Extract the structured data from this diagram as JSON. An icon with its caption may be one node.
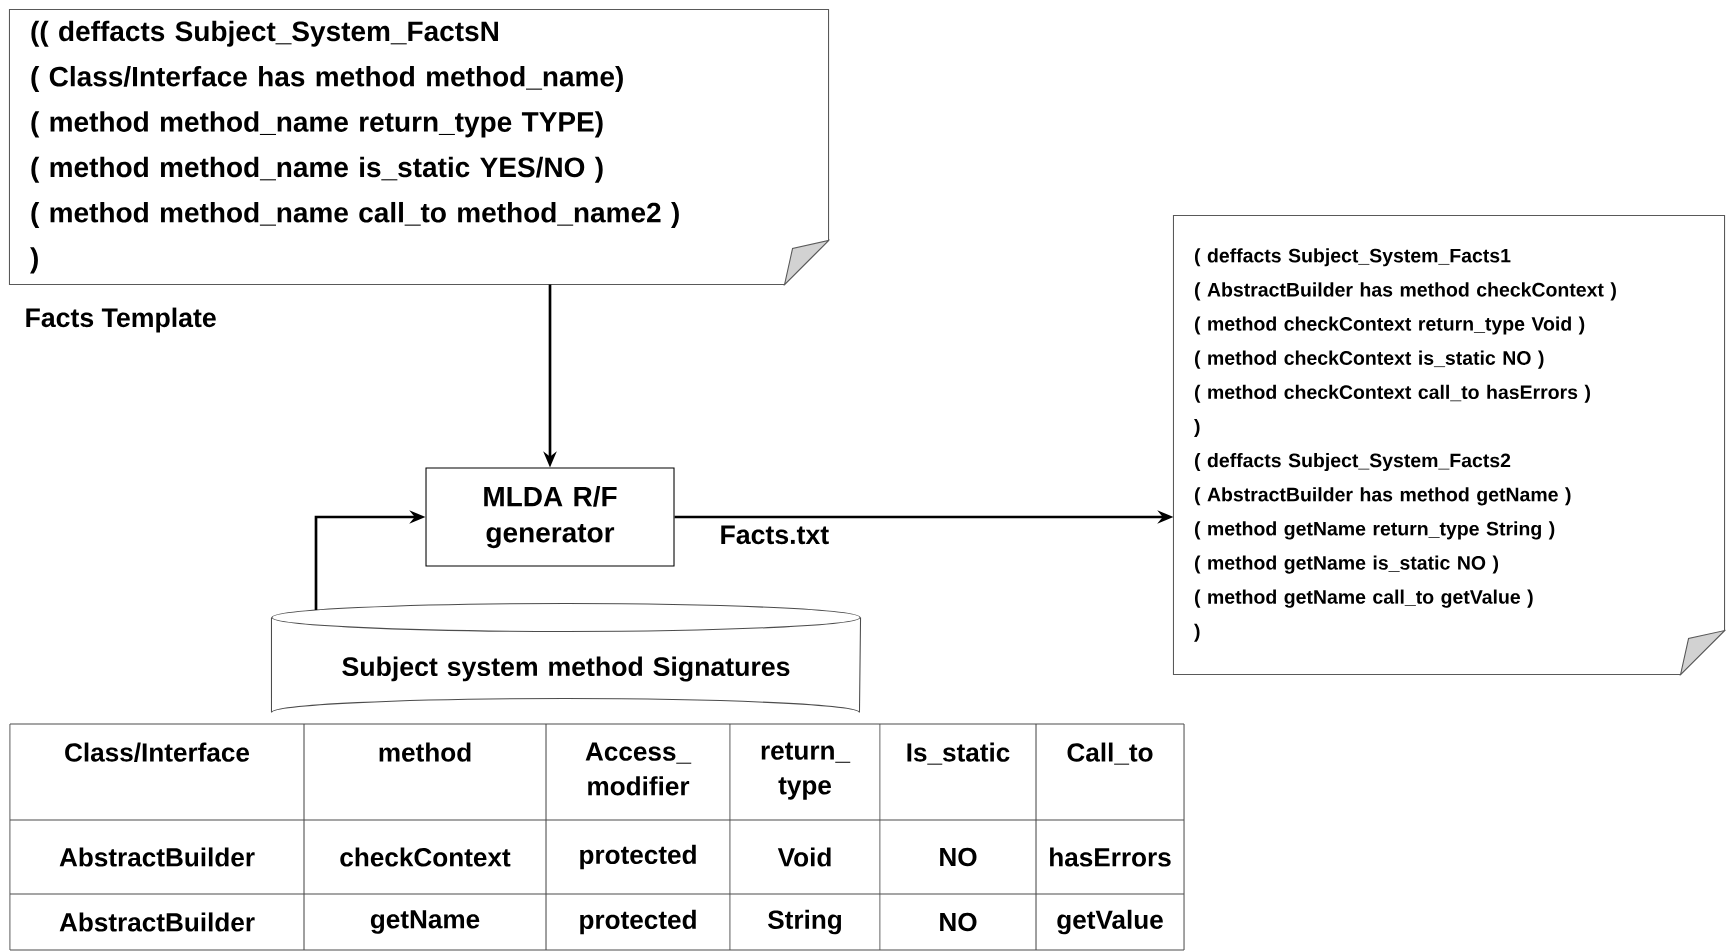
{
  "diagram": {
    "nodes": [
      {
        "text": [
          "(( deffacts Subject_System_FactsN",
          "( Class/Interface has method method_name)",
          "( method method_name return_type TYPE)",
          "( method method_name is_static YES/NO )",
          "( method method_name call_to method_name2 )",
          ")"
        ],
        "beside": [
          "Facts Template"
        ]
      },
      {
        "text": [
          "MLDA R/F generator"
        ]
      },
      {
        "text": [
          "Subject system method Signatures"
        ]
      },
      {
        "text": [
          "( deffacts Subject_System_Facts1",
          "( AbstractBuilder has method checkContext )",
          "( method checkContext return_type Void )",
          "( method checkContext is_static NO )",
          "( method checkContext call_to hasErrors )",
          ")",
          "( deffacts Subject_System_Facts2",
          "( AbstractBuilder has method getName )",
          "( method getName return_type String )",
          "( method getName is_static NO )",
          "( method getName call_to getValue )",
          ")"
        ]
      }
    ],
    "edges": [
      {
        "from": 0,
        "to": 1,
        "arrow": "to"
      },
      {
        "from": 2,
        "to": 1,
        "arrow": "to"
      },
      {
        "from": 1,
        "to": 3,
        "arrow": "to",
        "label": "Facts.txt"
      }
    ],
    "labels": [
      "Class/Interface",
      "method",
      "Access_ modifier",
      "return_ type",
      "Is_static",
      "Call_to",
      "AbstractBuilder",
      "checkContext",
      "protected",
      "Void",
      "NO",
      "hasErrors",
      "AbstractBuilder",
      "getName",
      "protected",
      "String",
      "NO",
      "getValue"
    ]
  }
}
